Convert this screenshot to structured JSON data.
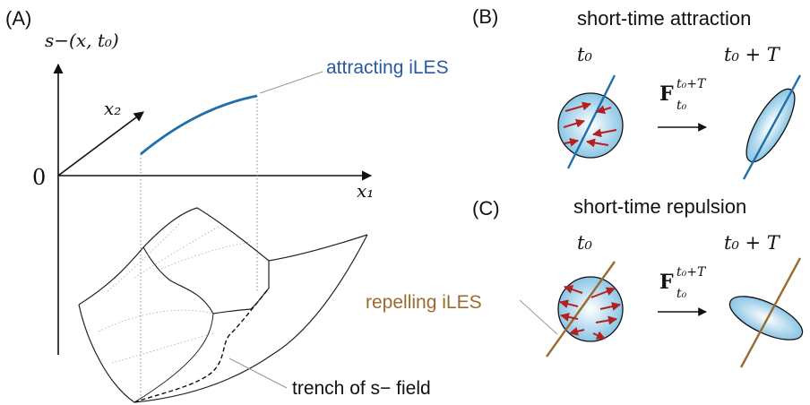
{
  "panels": {
    "a": {
      "label": "(A)",
      "yaxis_label": "s−(x, t₀)",
      "zero_label": "0",
      "x1_label": "x₁",
      "x2_label": "x₂",
      "attracting_label": "attracting iLES",
      "trench_label": "trench of s− field"
    },
    "b": {
      "label": "(B)",
      "title": "short-time attraction",
      "t_start": "t₀",
      "t_end": "t₀ + T",
      "flow_map": "F",
      "flow_sub": "t₀",
      "flow_sup": "t₀+T"
    },
    "c": {
      "label": "(C)",
      "title": "short-time repulsion",
      "t_start": "t₀",
      "t_end": "t₀ + T",
      "flow_map": "F",
      "flow_sub": "t₀",
      "flow_sup": "t₀+T",
      "repelling_label": "repelling iLES"
    }
  },
  "colors": {
    "attracting": "#1f6fad",
    "repelling": "#9b6a2f",
    "arrows": "#b32020",
    "blob_fill": "#9fd0ea"
  }
}
